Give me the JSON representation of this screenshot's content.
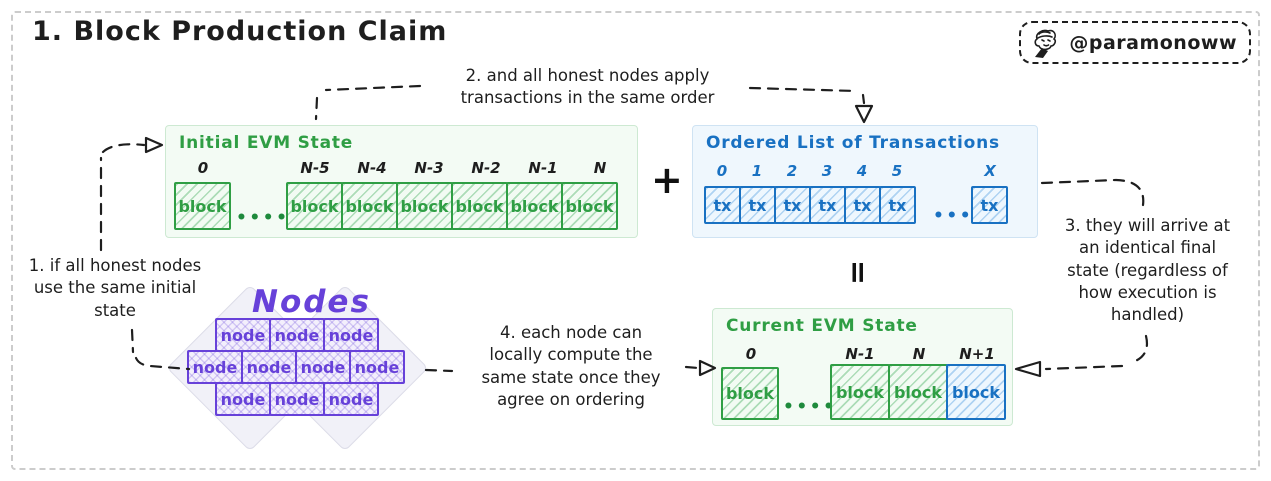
{
  "page": {
    "title": "1. Block Production Claim"
  },
  "badge": {
    "handle": "@paramonoww"
  },
  "colors": {
    "green": "#2f9e44",
    "blue": "#1971c2",
    "purple": "#6741d9",
    "ink": "#1e1e1e",
    "frame_dash": "#cccccc"
  },
  "annotations": {
    "a1": "1. if all honest nodes\nuse the same initial\nstate",
    "a2": "2. and all honest nodes apply\ntransactions in the same order",
    "a3": "3. they will arrive at\nan identical final\nstate (regardless of\nhow execution is\nhandled)",
    "a4": "4. each node can\nlocally compute the\nsame state once they\nagree on ordering"
  },
  "operators": {
    "plus": "+",
    "equals": "="
  },
  "dots": "•••••",
  "initial_state": {
    "title": "Initial EVM State",
    "labels": [
      "0",
      "N-5",
      "N-4",
      "N-3",
      "N-2",
      "N-1",
      "N"
    ],
    "cell_label": "block"
  },
  "transactions": {
    "title": "Ordered List of Transactions",
    "labels": [
      "0",
      "1",
      "2",
      "3",
      "4",
      "5",
      "X"
    ],
    "cell_label": "tx"
  },
  "nodes": {
    "title": "Nodes",
    "cell_label": "node",
    "rows": [
      3,
      4,
      3
    ]
  },
  "current_state": {
    "title": "Current EVM State",
    "labels": [
      "0",
      "N-1",
      "N",
      "N+1"
    ],
    "cell_label": "block"
  }
}
